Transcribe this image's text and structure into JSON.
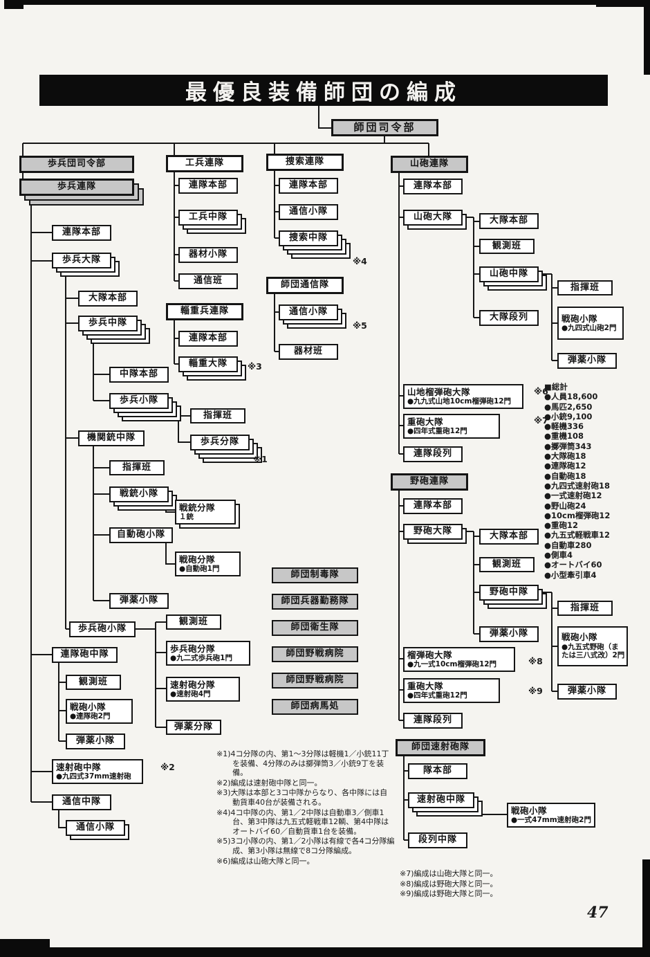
{
  "page": {
    "title": "最優良装備師団の編成",
    "page_number": "47"
  },
  "refs": {
    "r1": "※1",
    "r2": "※2",
    "r3": "※3",
    "r4": "※4",
    "r5": "※5",
    "r6": "※6",
    "r7": "※7",
    "r8": "※8",
    "r9": "※9"
  },
  "nodes": {
    "division_hq": "師団司令部",
    "infantry_group_hq": "歩兵団司令部",
    "infantry_regiment": "歩兵連隊",
    "regiment_hq": "連隊本部",
    "infantry_battalion": "歩兵大隊",
    "battalion_hq": "大隊本部",
    "infantry_company": "歩兵中隊",
    "company_hq": "中隊本部",
    "infantry_platoon": "歩兵小隊",
    "command_squad": "指揮班",
    "infantry_squad": "歩兵分隊",
    "mg_company": "機関銃中隊",
    "gun_platoon": "戦銃小隊",
    "gun_squad": {
      "name": "戦銃分隊",
      "detail": "１銃"
    },
    "autocannon_platoon": "自動砲小隊",
    "autocannon_squad": {
      "name": "戦砲分隊",
      "detail": "●自動砲1門"
    },
    "ammo_platoon": "弾薬小隊",
    "bn_gun_platoon": "歩兵砲小隊",
    "obs_squad": "観測班",
    "bn_gun_squad": {
      "name": "歩兵砲分隊",
      "detail": "●九二式歩兵砲1門"
    },
    "rapid_gun_squad": {
      "name": "速射砲分隊",
      "detail": "●速射砲4門"
    },
    "ammo_squad": "弾薬分隊",
    "regt_gun_company": "連隊砲中隊",
    "regt_gun_platoon": {
      "name": "戦砲小隊",
      "detail": "●連隊砲2門"
    },
    "at_company": {
      "name": "速射砲中隊",
      "detail": "●九四式37mm速射砲"
    },
    "signal_company": "通信中隊",
    "signal_platoon": "通信小隊",
    "engineer_regiment": "工兵連隊",
    "engineer_company": "工兵中隊",
    "equipment_platoon": "器材小隊",
    "signal_squad": "通信班",
    "transport_regiment": "輜重兵連隊",
    "transport_battalion": "輜重大隊",
    "recon_regiment": "捜索連隊",
    "recon_company": "捜索中隊",
    "div_signal_unit": "師団通信隊",
    "equipment_squad": "器材班",
    "div_decon_unit": "師団制毒隊",
    "div_ordnance_unit": "師団兵器勤務隊",
    "div_medical_unit": "師団衛生隊",
    "div_field_hospital": "師団野戦病院",
    "div_horse_depot": "師団病馬処",
    "mountain_regiment": "山砲連隊",
    "mountain_battalion": "山砲大隊",
    "mountain_company": "山砲中隊",
    "mtn_gun_platoon": {
      "name": "戦砲小隊",
      "detail": "●九四式山砲2門"
    },
    "battalion_train": "大隊段列",
    "mtn_howitzer_bn": {
      "name": "山地榴弾砲大隊",
      "detail": "●九九式山地10cm榴弾砲12門"
    },
    "heavy_gun_bn": {
      "name": "重砲大隊",
      "detail": "●四年式重砲12門"
    },
    "regiment_train": "連隊段列",
    "field_regiment": "野砲連隊",
    "field_battalion": "野砲大隊",
    "field_company": "野砲中隊",
    "field_gun_platoon": {
      "name": "戦砲小隊",
      "detail": "●九五式野砲（または三八式改）2門"
    },
    "howitzer_bn": {
      "name": "榴弾砲大隊",
      "detail": "●九一式10cm榴弾砲12門"
    },
    "div_at_unit": "師団速射砲隊",
    "unit_hq": "隊本部",
    "at_company_b": "速射砲中隊",
    "at_gun_platoon": {
      "name": "戦砲小隊",
      "detail": "●一式47mm速射砲2門"
    },
    "train_company": "段列中隊"
  },
  "totals": {
    "title": "■総計",
    "items": [
      "●人員18,600",
      "●馬匹2,650",
      "●小銃9,100",
      "●軽機336",
      "●重機108",
      "●擲弾筒343",
      "●大隊砲18",
      "●連隊砲12",
      "●自動砲18",
      "●九四式速射砲18",
      "●一式速射砲12",
      "●野山砲24",
      "●10cm榴弾砲12",
      "●重砲12",
      "●九五式軽戦車12",
      "●自動車280",
      "●側車4",
      "●オートバイ60",
      "●小型牽引車4"
    ]
  },
  "footnotes_left": [
    "※1)4コ分隊の内、第1〜3分隊は軽機1／小銃11丁を装備、4分隊のみは擲弾筒3／小銃9丁を装備。",
    "※2)編成は速射砲中隊と同一。",
    "※3)大隊は本部と3コ中隊からなり、各中隊には自動貨車40台が装備される。",
    "※4)4コ中隊の内、第1／2中隊は自動車3／側車1台、第3中隊は九五式軽戦車12輌、第4中隊はオートバイ60／自動貨車1台を装備。",
    "※5)3コ小隊の内、第1／2小隊は有線で各4コ分隊編成、第3小隊は無線で8コ分隊編成。",
    "※6)編成は山砲大隊と同一。"
  ],
  "footnotes_right": [
    "※7)編成は山砲大隊と同一。",
    "※8)編成は野砲大隊と同一。",
    "※9)編成は野砲大隊と同一。"
  ]
}
